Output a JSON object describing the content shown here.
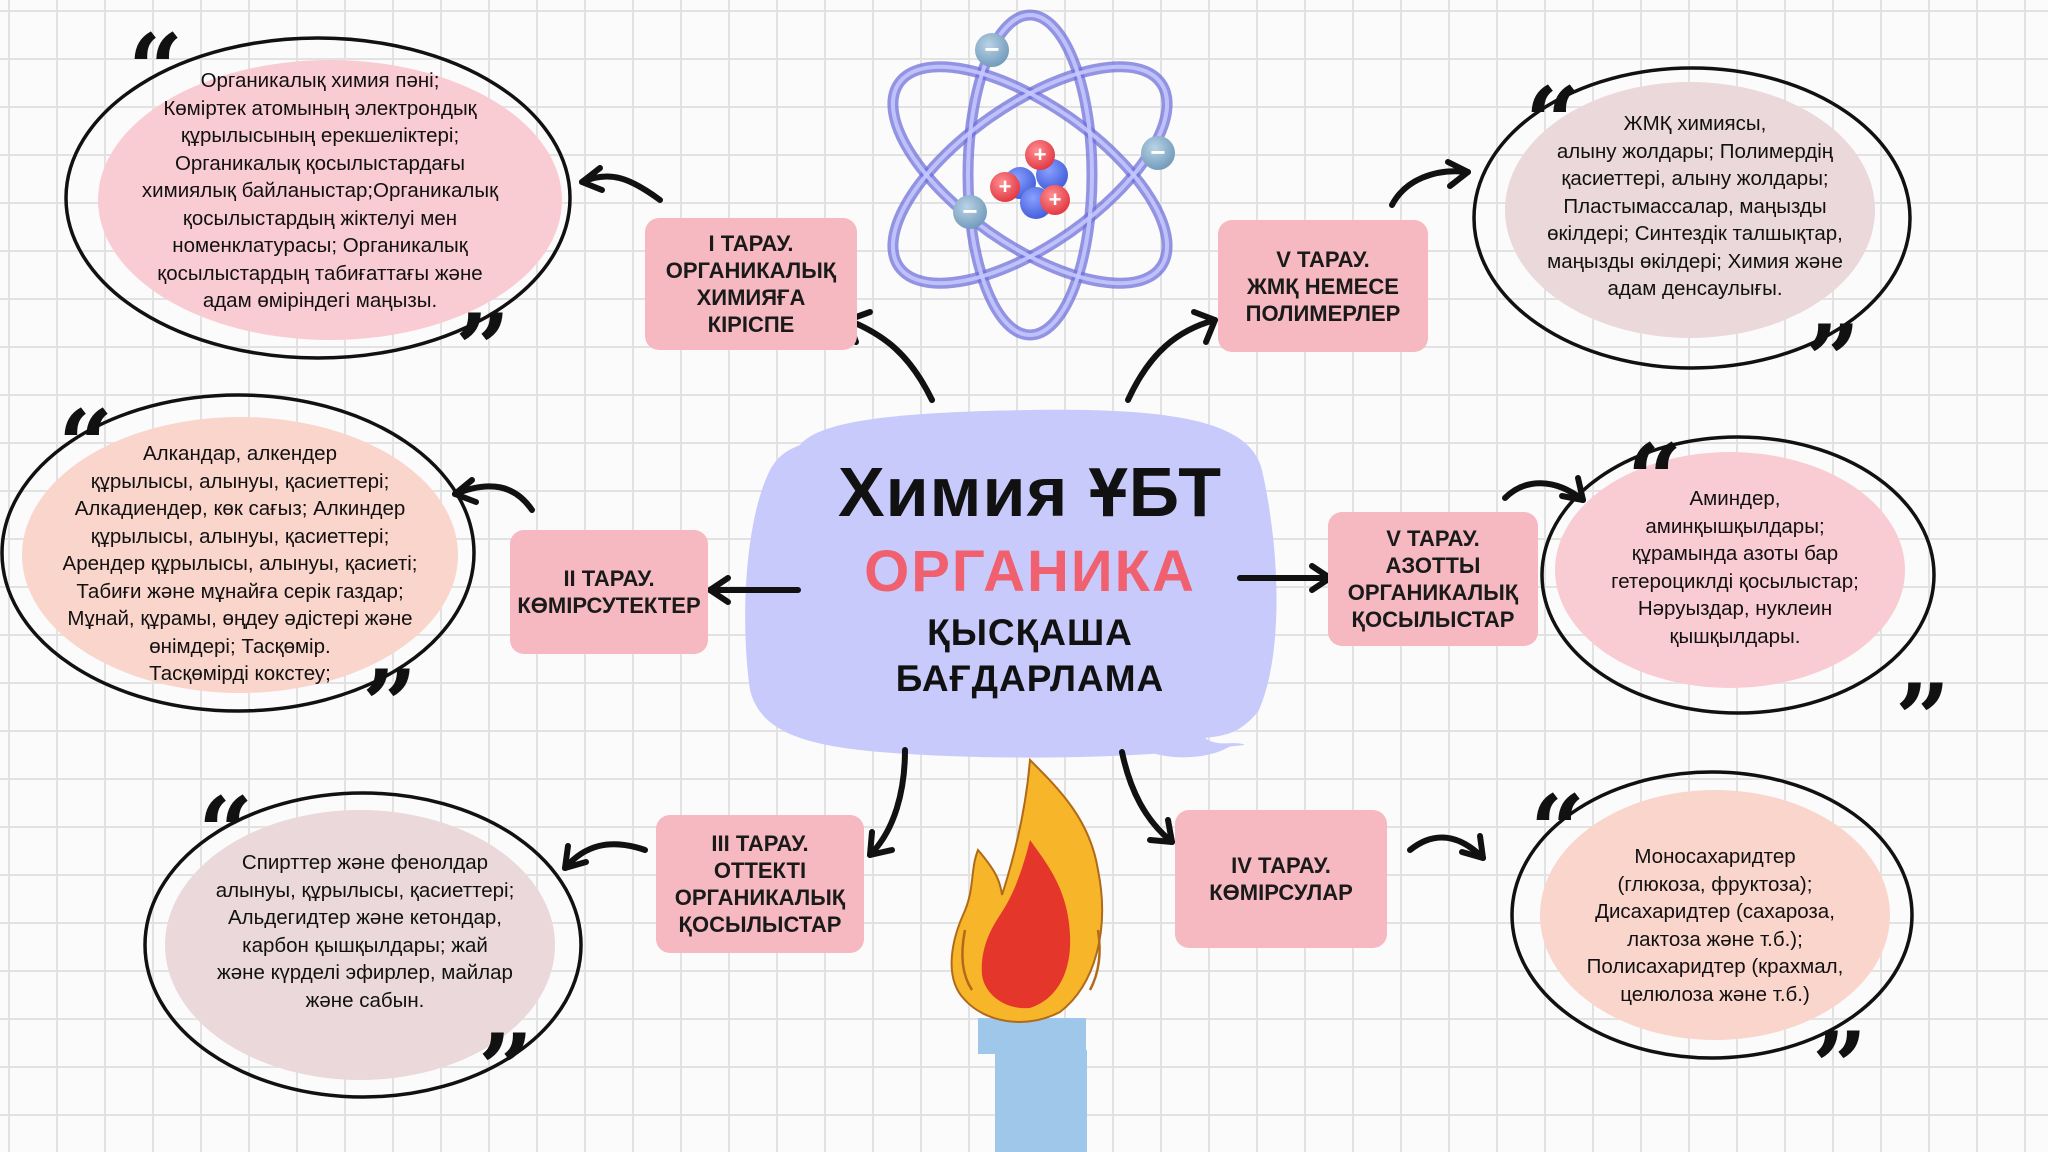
{
  "title": "Химия ҰБТ",
  "subtitle": "ОРГАНИКА",
  "subtitle2": "ҚЫСҚАША\nБАҒДАРЛАМА",
  "colors": {
    "accent_red": "#f0606e",
    "bubble_fill": "#c7cafb",
    "chapter_fill": "#f6b9c1",
    "note_pink": "#f9ccd4",
    "note_peach": "#f9d5cc",
    "note_gray": "#ead8da"
  },
  "quote_open": "“",
  "quote_close": "”",
  "chapters": [
    {
      "label": "I ТАРАУ.\nОРГАНИКАЛЫҚ\nХИМИЯҒА\nКІРІСПЕ"
    },
    {
      "label": "II ТАРАУ.\nКӨМІРСУТЕКТЕР"
    },
    {
      "label": "III ТАРАУ.\nОТТЕКТІ\nОРГАНИКАЛЫҚ\nҚОСЫЛЫСТАР"
    },
    {
      "label": "IV ТАРАУ.\nКӨМІРСУЛАР"
    },
    {
      "label": "V ТАРАУ.\nАЗОТТЫ\nОРГАНИКАЛЫҚ\nҚОСЫЛЫСТАР"
    },
    {
      "label": "V ТАРАУ.\nЖМҚ НЕМЕСЕ\nПОЛИМЕРЛЕР"
    }
  ],
  "notes": [
    {
      "text": "Органикалық химия пәні;\nКөміртек атомының электрондық\nқұрылысының ерекшеліктері;\nОрганикалық қосылыстардағы\nхимиялық байланыстар;Органикалық\nқосылыстардың жіктелуі мен\nноменклатурасы; Органикалық\nқосылыстардың табиғаттағы және\nадам өміріндегі маңызы."
    },
    {
      "text": "Алкандар, алкендер\nқұрылысы, алынуы, қасиеттері;\nАлкадиендер, көк сағыз;  Алкиндер\nқұрылысы, алынуы, қасиеттері;\nАрендер құрылысы, алынуы, қасиеті;\nТабиғи және мұнайға серік газдар;\nМұнай, құрамы, өңдеу әдістері және\nөнімдері;  Тасқөмір.\nТасқөмірді кокстеу;"
    },
    {
      "text": "Спирттер және фенолдар\nалынуы, құрылысы, қасиеттері;\n Альдегидтер және кетондар,\nкарбон қышқылдары; жай\nжәне күрделі эфирлер, майлар\nжәне сабын."
    },
    {
      "text": "Моносахаридтер\n(глюкоза, фруктоза);\nДисахаридтер (сахароза,\nлактоза және т.б.);\nПолисахаридтер (крахмал,\nцелюлоза және т.б.)"
    },
    {
      "text": "Аминдер,\nаминқышқылдары;\nқұрамында азоты бар\nгетероциклді қосылыстар;\nНәруыздар, нуклеин\nқышқылдары."
    },
    {
      "text": "ЖМҚ химиясы,\nалыну жолдары; Полимердің\nқасиеттері, алыну жолдары;\nПластымассалар, маңызды\nөкілдері;  Синтездік талшықтар,\nмаңызды өкілдері; Химия және\nадам денсаулығы."
    }
  ],
  "atom": {
    "charges": [
      "−",
      "−",
      "−",
      "+",
      "+",
      "+"
    ]
  }
}
